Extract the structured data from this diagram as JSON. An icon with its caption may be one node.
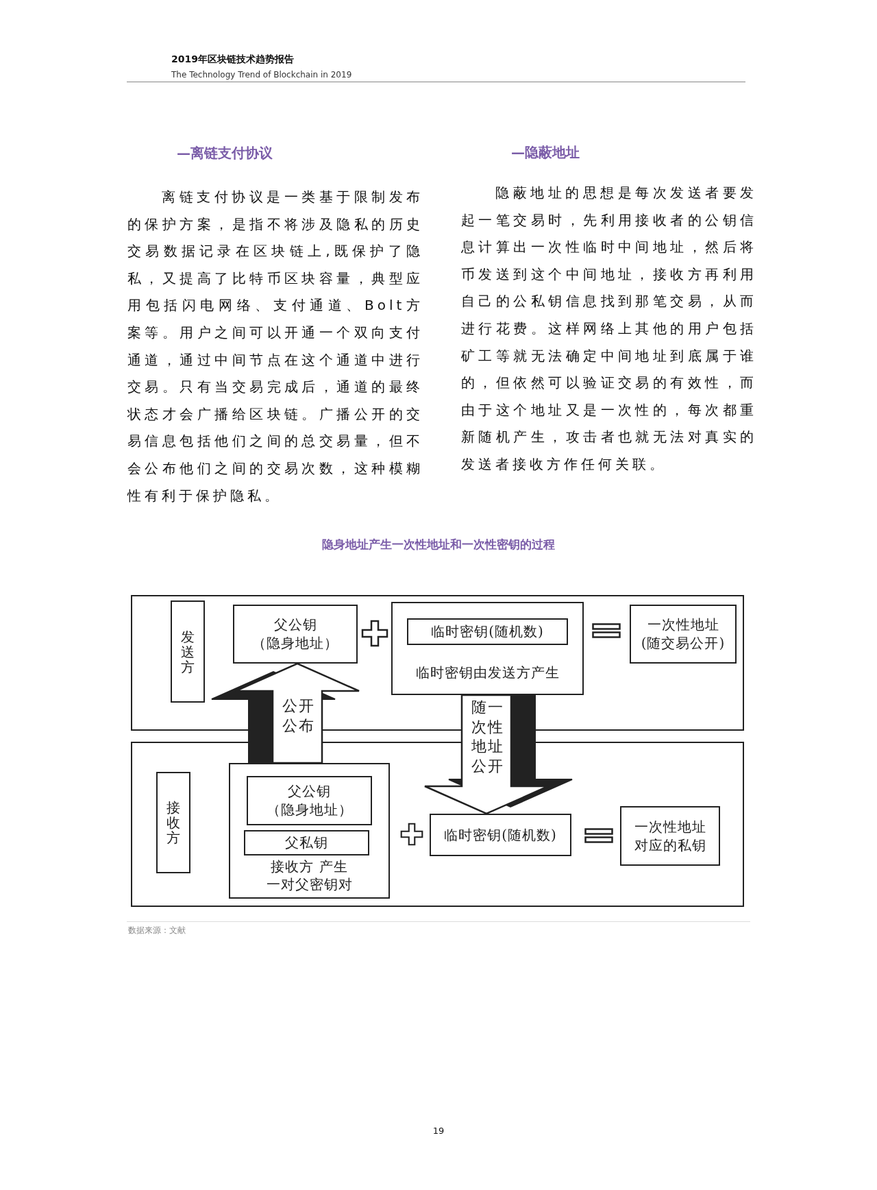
{
  "diagram": {
    "title": "隐身地址产生一次性地址和一次性密钥的过程",
    "nodes": [
      {
        "text": [],
        "shape": "box"
      },
      {
        "text": [
          "发送方"
        ],
        "in": 0
      },
      {
        "text": [
          "父公钥（隐身地址）"
        ],
        "in": 0
      },
      {
        "text": [
          "临时密钥由发送方产生"
        ],
        "in": 0
      },
      {
        "text": [
          "临时密钥(随机数)"
        ],
        "in": 3
      },
      {
        "text": [
          "一次性地址(随交易公开)"
        ],
        "in": 0
      },
      {
        "text": [],
        "shape": "box"
      },
      {
        "text": [
          "接收方"
        ],
        "in": 6
      },
      {
        "text": [
          "接收方 产生一对父密钥对"
        ],
        "in": 6
      },
      {
        "text": [
          "父公钥（隐身地址）"
        ],
        "in": 8
      },
      {
        "text": [
          "父私钥"
        ],
        "in": 8
      },
      {
        "text": [
          "临时密钥(随机数)"
        ],
        "in": 6
      },
      {
        "text": [
          "一次性地址对应的私钥"
        ],
        "in": 6
      }
    ],
    "edges": [
      {
        "from": 8,
        "to": 2,
        "arrow": "to",
        "label": "公开公布",
        "style": "thick"
      },
      {
        "from": 3,
        "to": 11,
        "arrow": "to",
        "label": "随一次性地址公开",
        "style": "thick"
      }
    ],
    "labels": [
      "2019年区块链技术趋势报告",
      "The Technology Trend of Blockchain in 2019",
      "—离链支付协议",
      "离链支付协议是一类基于限制发布的保护方案，是指不将涉及隐私的历史交易数据记录在区块链上,既保护了隐私，又提高了比特币区块容量，典型应用包括闪电网络、支付通道、Bolt方案等。用户之间可以开通一个双向支付通道，通过中间节点在这个通道中进行交易。只有当交易完成后，通道的最终状态才会广播给区块链。广播公开的交易信息包括他们之间的总交易量，但不会公布他们之间的交易次数，这种模糊性有利于保护隐私。",
      "—隐蔽地址",
      "隐蔽地址的思想是每次发送者要发起一笔交易时，先利用接收者的公钥信息计算出一次性临时中间地址，然后将币发送到这个中间地址，接收方再利用自己的公私钥信息找到那笔交易，从而进行花费。这样网络上其他的用户包括矿工等就无法确定中间地址到底属于谁的，但依然可以验证交易的有效性，而由于这个地址又是一次性的，每次都重新随机产生，攻击者也就无法对真实的发送者接收方作任何关联。",
      "数据来源：文献",
      "19"
    ]
  }
}
